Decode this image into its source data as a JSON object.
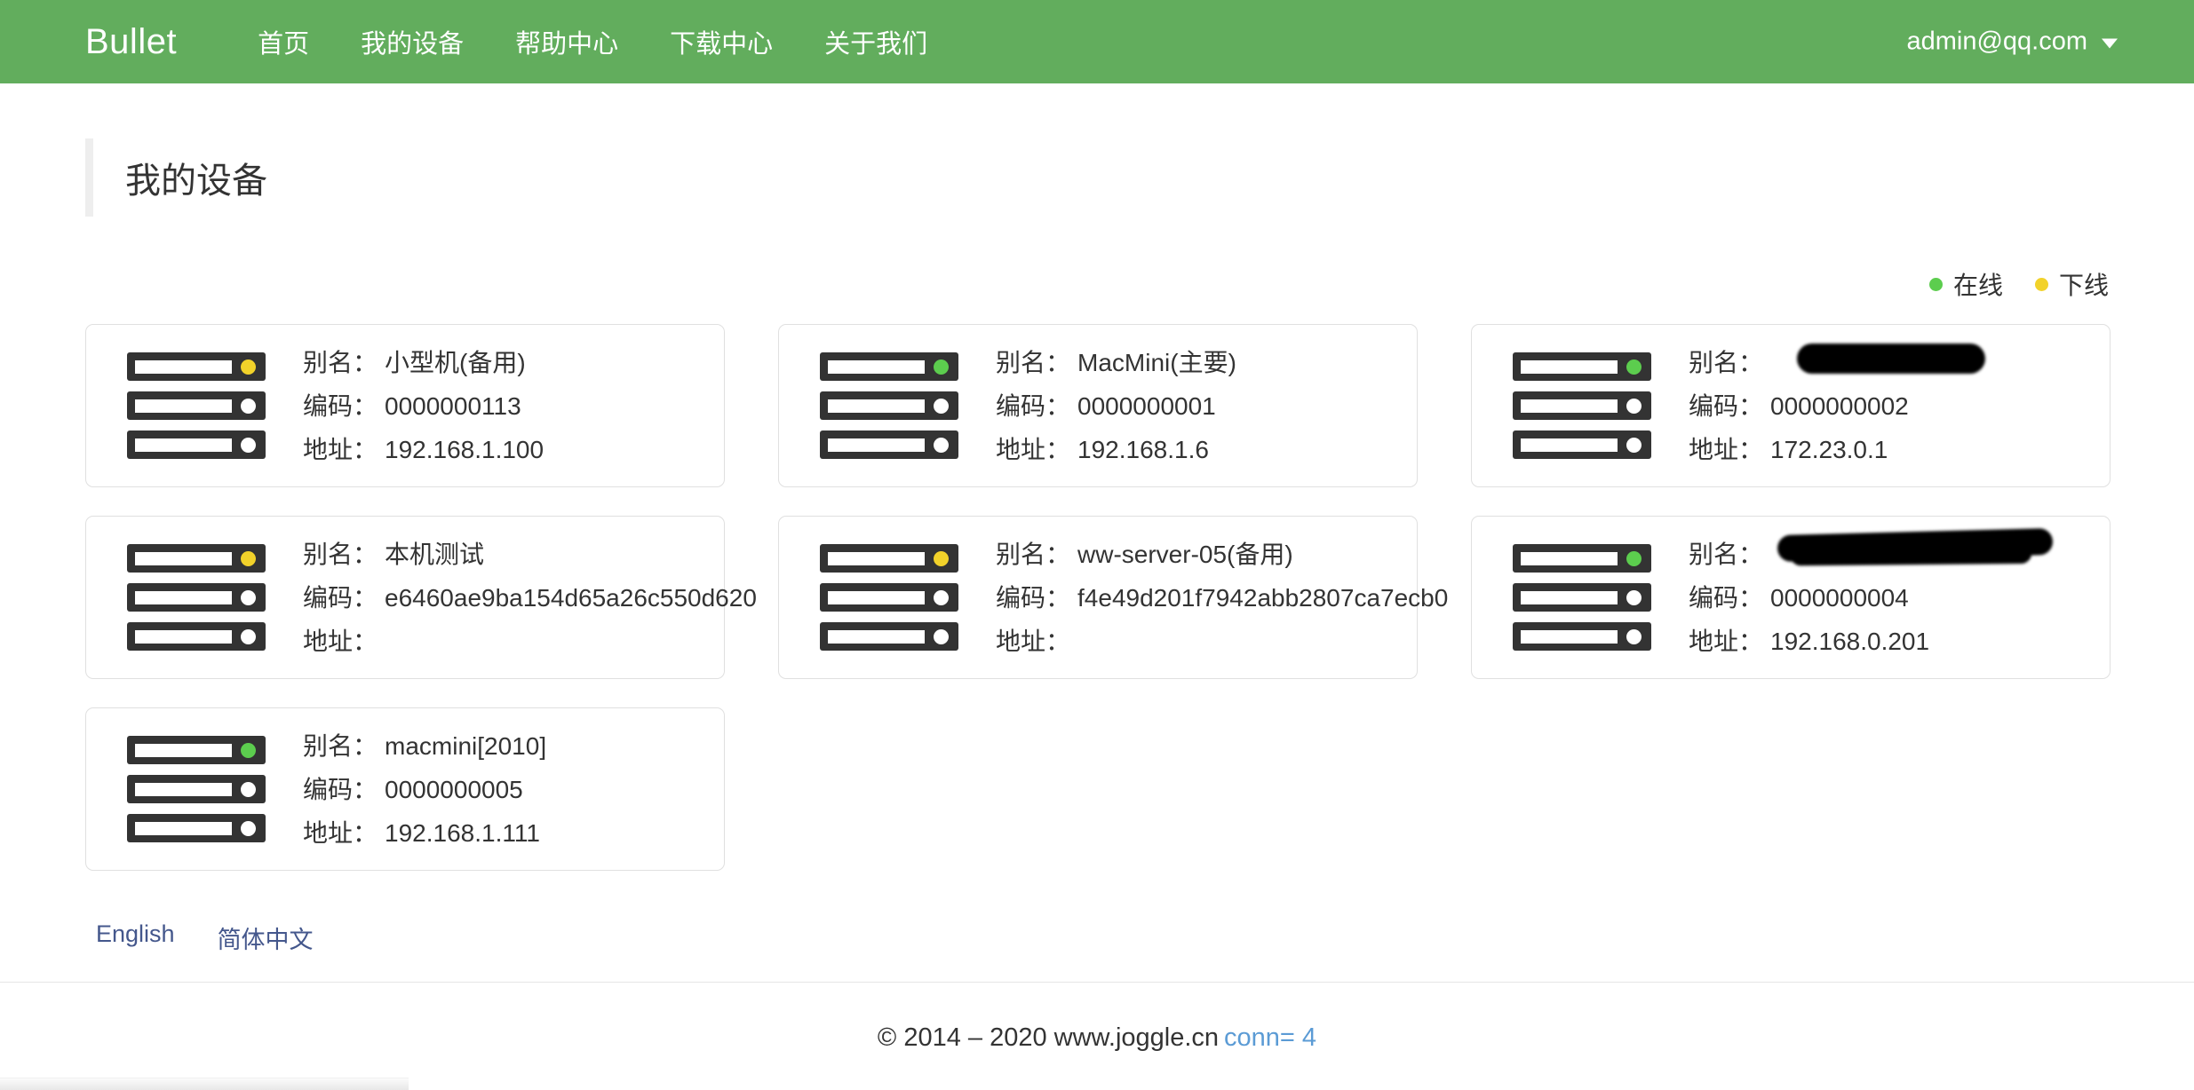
{
  "navbar": {
    "brand": "Bullet",
    "items": [
      {
        "label": "首页"
      },
      {
        "label": "我的设备"
      },
      {
        "label": "帮助中心"
      },
      {
        "label": "下载中心"
      },
      {
        "label": "关于我们"
      }
    ],
    "user": "admin@qq.com",
    "caret_icon": "chevron-down-icon",
    "background_color": "#62ad5d"
  },
  "page": {
    "title": "我的设备"
  },
  "legend": {
    "online": {
      "label": "在线",
      "color": "#5ccd4e"
    },
    "offline": {
      "label": "下线",
      "color": "#f2d22a"
    }
  },
  "labels": {
    "alias": "别名：",
    "code": "编码：",
    "address": "地址："
  },
  "devices": [
    {
      "status": "offline",
      "alias": "小型机(备用)",
      "code": "0000000113",
      "address": "192.168.1.100",
      "redacted": false
    },
    {
      "status": "online",
      "alias": "MacMini(主要)",
      "code": "0000000001",
      "address": "192.168.1.6",
      "redacted": false
    },
    {
      "status": "online",
      "alias": "",
      "code": "0000000002",
      "address": "172.23.0.1",
      "redacted": true,
      "redact_style": "r1"
    },
    {
      "status": "offline",
      "alias": "本机测试",
      "code": "e6460ae9ba154d65a26c550d620",
      "address": "",
      "redacted": false
    },
    {
      "status": "offline",
      "alias": "ww-server-05(备用)",
      "code": "f4e49d201f7942abb2807ca7ecb0",
      "address": "",
      "redacted": false
    },
    {
      "status": "online",
      "alias": "",
      "code": "0000000004",
      "address": "192.168.0.201",
      "redacted": true,
      "redact_style": "r2"
    },
    {
      "status": "online",
      "alias": "macmini[2010]",
      "code": "0000000005",
      "address": "192.168.1.111",
      "redacted": false
    }
  ],
  "footer": {
    "languages": [
      {
        "label": "English"
      },
      {
        "label": "简体中文"
      }
    ],
    "copyright": "© 2014 – 2020 www.joggle.cn",
    "conn": "conn= 4",
    "conn_color": "#5b9bd5"
  }
}
